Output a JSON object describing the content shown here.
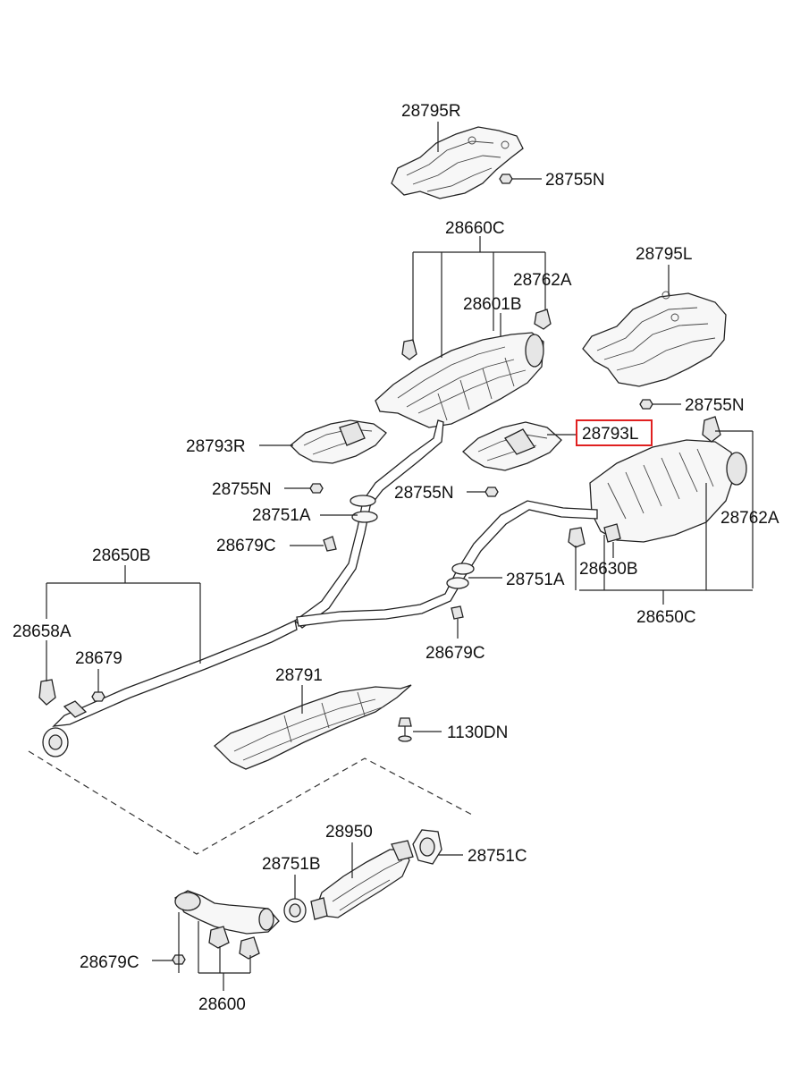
{
  "highlight_color": "#e02020",
  "labels": {
    "l_28795R": "28795R",
    "l_28755N_top": "28755N",
    "l_28660C": "28660C",
    "l_28762A_top": "28762A",
    "l_28601B": "28601B",
    "l_28795L": "28795L",
    "l_28755N_right": "28755N",
    "l_28793R": "28793R",
    "l_28793L": "28793L",
    "l_28755N_left": "28755N",
    "l_28755N_mid": "28755N",
    "l_28762A_right": "28762A",
    "l_28751A_upper": "28751A",
    "l_28679C_upper": "28679C",
    "l_28650B": "28650B",
    "l_28751A_lower": "28751A",
    "l_28630B": "28630B",
    "l_28658A": "28658A",
    "l_28679": "28679",
    "l_28650C": "28650C",
    "l_28679C_mid": "28679C",
    "l_28791": "28791",
    "l_1130DN": "1130DN",
    "l_28950": "28950",
    "l_28751B": "28751B",
    "l_28751C": "28751C",
    "l_28679C_bottom": "28679C",
    "l_28600": "28600"
  },
  "highlighted_part": "28793L"
}
